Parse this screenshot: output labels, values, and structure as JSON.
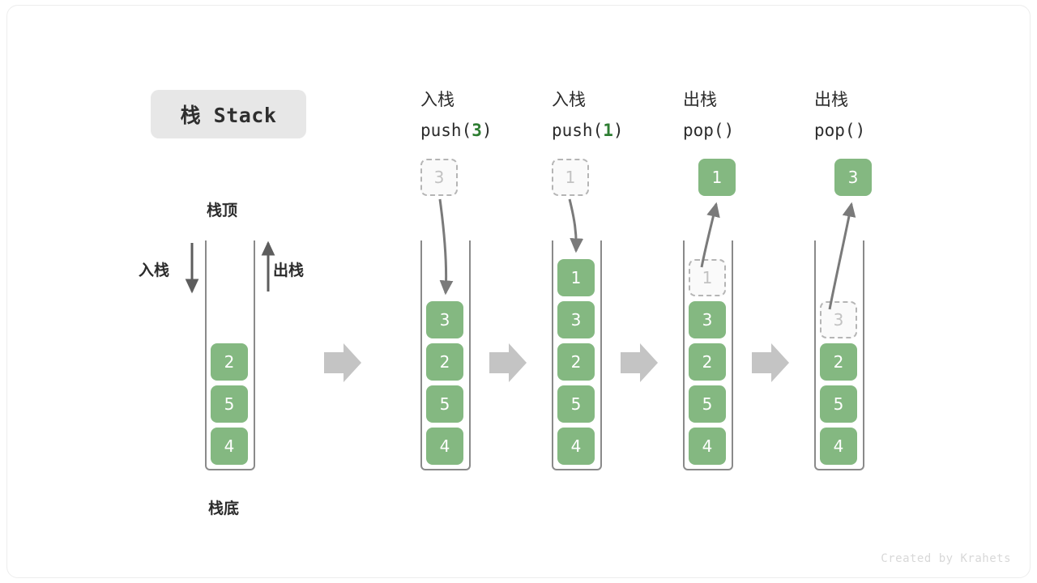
{
  "figure": {
    "title": "栈 Stack",
    "credit": "Created by Krahets",
    "colors": {
      "element": "#84b881",
      "ghost_border": "#b5b5b5",
      "arrow": "#8a8a8a",
      "flow_arrow": "#c4c4c4",
      "accent_number": "#2e7d32",
      "title_chip_bg": "#e7e7e7"
    }
  },
  "legend": {
    "top_label": "栈顶",
    "bottom_label": "栈底",
    "push_label": "入栈",
    "pop_label": "出栈"
  },
  "columns": [
    {
      "id": "initial",
      "head_cn": "",
      "head_code_prefix": "",
      "head_code_num": "",
      "head_code_suffix": "",
      "stack": [
        "2",
        "5",
        "4"
      ],
      "ghost": null,
      "popped": null
    },
    {
      "id": "push-3",
      "head_cn": "入栈",
      "head_code_prefix": "push(",
      "head_code_num": "3",
      "head_code_suffix": ")",
      "stack": [
        "3",
        "2",
        "5",
        "4"
      ],
      "ghost": "3",
      "popped": null
    },
    {
      "id": "push-1",
      "head_cn": "入栈",
      "head_code_prefix": "push(",
      "head_code_num": "1",
      "head_code_suffix": ")",
      "stack": [
        "1",
        "3",
        "2",
        "5",
        "4"
      ],
      "ghost": "1",
      "popped": null
    },
    {
      "id": "pop-1",
      "head_cn": "出栈",
      "head_code_prefix": "pop(",
      "head_code_num": "",
      "head_code_suffix": ")",
      "stack": [
        "3",
        "2",
        "5",
        "4"
      ],
      "ghost": "1",
      "popped": "1"
    },
    {
      "id": "pop-3",
      "head_cn": "出栈",
      "head_code_prefix": "pop(",
      "head_code_num": "",
      "head_code_suffix": ")",
      "stack": [
        "2",
        "5",
        "4"
      ],
      "ghost": "3",
      "popped": "3"
    }
  ]
}
